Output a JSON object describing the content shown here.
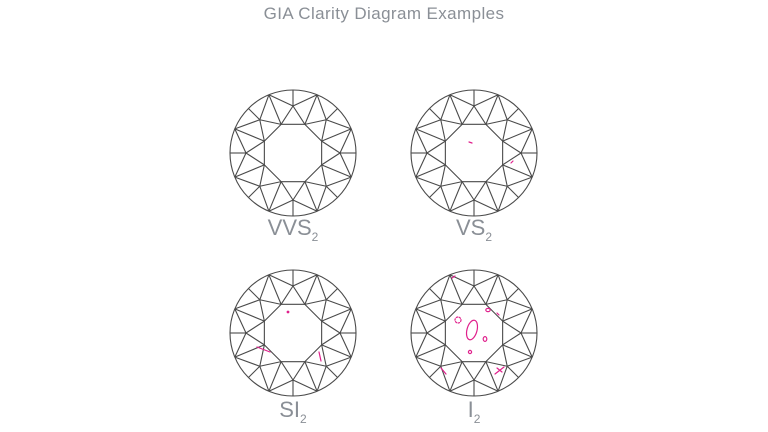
{
  "title": "GIA Clarity Diagram Examples",
  "colors": {
    "text": "#8a8f96",
    "outline": "#4a4a4a",
    "inclusion": "#e0208c",
    "background": "#ffffff"
  },
  "diagrams": [
    {
      "grade": "VVS",
      "sub": "2"
    },
    {
      "grade": "VS",
      "sub": "2"
    },
    {
      "grade": "SI",
      "sub": "2"
    },
    {
      "grade": "I",
      "sub": "2"
    }
  ]
}
